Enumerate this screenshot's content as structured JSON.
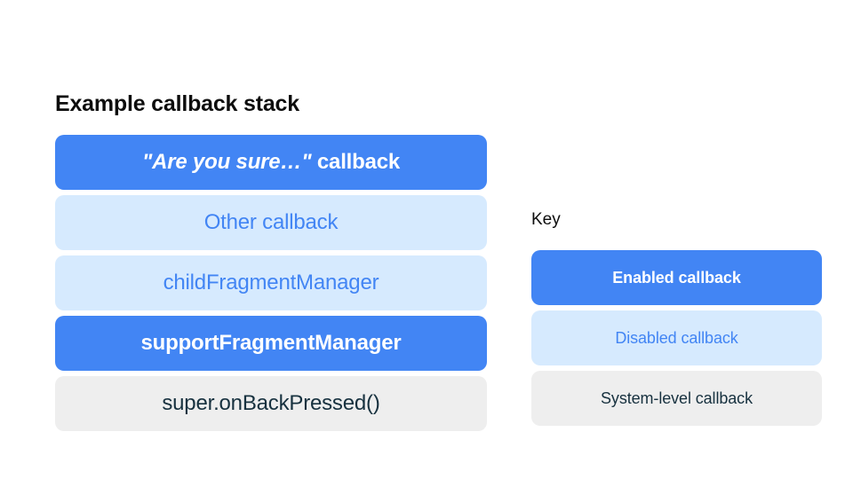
{
  "colors": {
    "enabled_bg": "#4285f4",
    "enabled_text": "#ffffff",
    "disabled_bg": "#d6eafe",
    "disabled_text": "#4285f4",
    "system_bg": "#eeeeee",
    "system_text": "#17313f",
    "page_bg": "#ffffff",
    "heading_text": "#0d0d0d"
  },
  "stack": {
    "title": "Example callback stack",
    "items": [
      {
        "label": "\"Are you sure…\" callback",
        "quoted_part": "\"Are you sure…\"",
        "plain_part": " callback",
        "state": "enabled"
      },
      {
        "label": "Other callback",
        "state": "disabled"
      },
      {
        "label": "childFragmentManager",
        "state": "disabled"
      },
      {
        "label": "supportFragmentManager",
        "state": "enabled"
      },
      {
        "label": "super.onBackPressed()",
        "state": "system"
      }
    ]
  },
  "key": {
    "title": "Key",
    "items": [
      {
        "label": "Enabled callback",
        "state": "enabled"
      },
      {
        "label": "Disabled callback",
        "state": "disabled"
      },
      {
        "label": "System-level callback",
        "state": "system"
      }
    ]
  }
}
